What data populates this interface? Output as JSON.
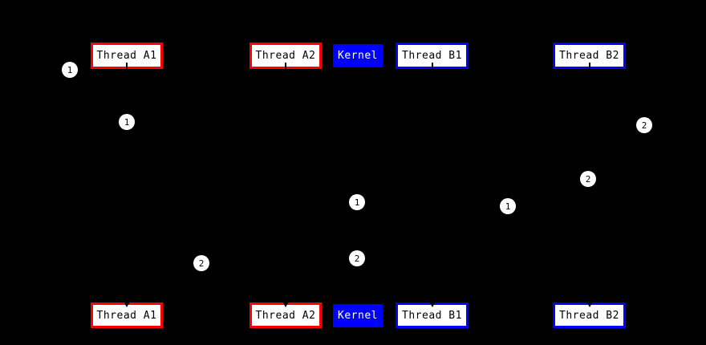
{
  "diagram": {
    "top_row": [
      {
        "label": "Thread A1"
      },
      {
        "label": "Thread A2"
      },
      {
        "label": "Kernel"
      },
      {
        "label": "Thread B1"
      },
      {
        "label": "Thread B2"
      }
    ],
    "bottom_row": [
      {
        "label": "Thread A1"
      },
      {
        "label": "Thread A2"
      },
      {
        "label": "Kernel"
      },
      {
        "label": "Thread B1"
      },
      {
        "label": "Thread B2"
      }
    ],
    "step_markers": [
      {
        "label": "1"
      },
      {
        "label": "1"
      },
      {
        "label": "2"
      },
      {
        "label": "2"
      },
      {
        "label": "1"
      },
      {
        "label": "1"
      },
      {
        "label": "2"
      },
      {
        "label": "2"
      }
    ],
    "colors": {
      "background": "#000000",
      "thread_a_border": "#ff0000",
      "thread_b_border": "#0000ff",
      "kernel_fill": "#0000ff",
      "node_fill": "#ffffff",
      "node_text": "#000000",
      "kernel_text": "#ffffff",
      "marker_fill": "#ffffff",
      "marker_text": "#000000"
    }
  }
}
